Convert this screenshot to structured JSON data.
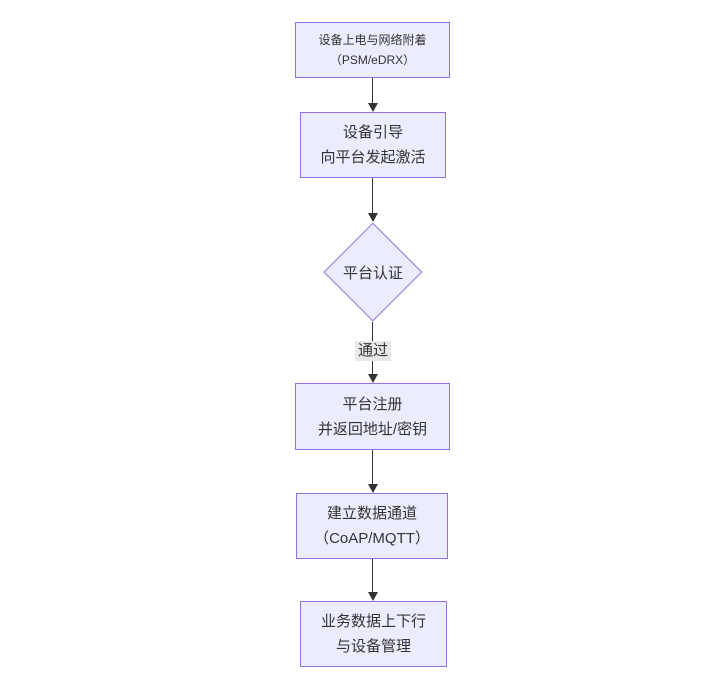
{
  "flowchart": {
    "colors": {
      "background": "#ffffff",
      "node_fill": "#ECECFF",
      "node_border": "#9370DB",
      "text": "#333333",
      "connector": "#333333",
      "edge_label_bg": "#e8e8e8"
    },
    "nodes": {
      "power_on": {
        "lines": [
          "设备上电与网络附着",
          "（PSM/eDRX）"
        ]
      },
      "bootstrap": {
        "lines": [
          "设备引导",
          "向平台发起激活"
        ]
      },
      "auth": {
        "label": "平台认证"
      },
      "register": {
        "lines": [
          "平台注册",
          "并返回地址/密钥"
        ]
      },
      "channel": {
        "lines": [
          "建立数据通道",
          "（CoAP/MQTT）"
        ]
      },
      "business": {
        "lines": [
          "业务数据上下行",
          "与设备管理"
        ]
      }
    },
    "edges": {
      "pass_label": "通过"
    }
  }
}
